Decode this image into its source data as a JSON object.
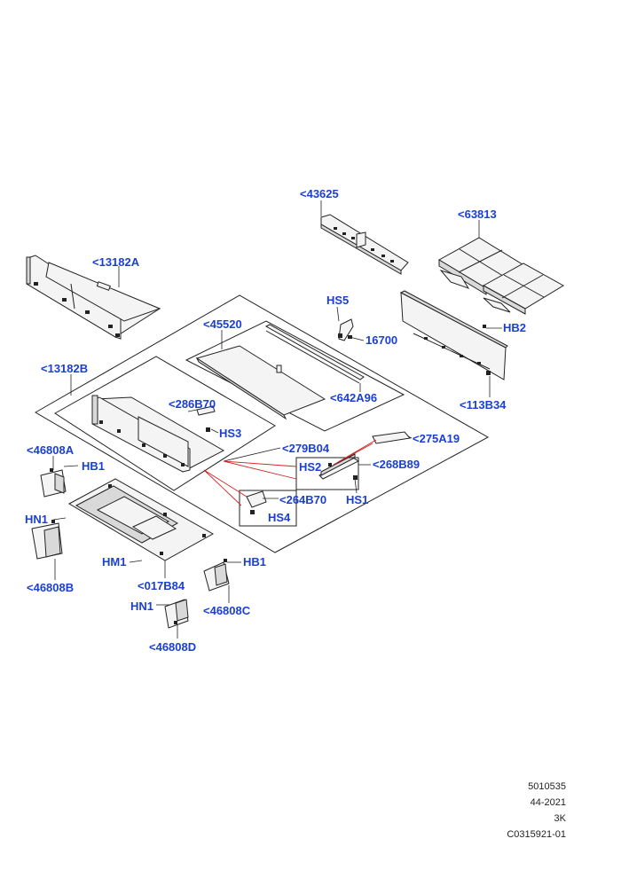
{
  "callouts": {
    "p43625": "<43625",
    "p63813": "<63813",
    "p13182A": "<13182A",
    "hs5": "HS5",
    "p45520": "<45520",
    "p16700": "16700",
    "hb2": "HB2",
    "p13182B": "<13182B",
    "p642A96": "<642A96",
    "p113B34": "<113B34",
    "p286B70": "<286B70",
    "hs3": "HS3",
    "p275A19": "<275A19",
    "p279B04": "<279B04",
    "p46808A": "<46808A",
    "hb1_a": "HB1",
    "hs2": "HS2",
    "p268B89": "<268B89",
    "p264B70": "<264B70",
    "hs1": "HS1",
    "hn1_a": "HN1",
    "hs4": "HS4",
    "hm1": "HM1",
    "hb1_b": "HB1",
    "p46808B": "<46808B",
    "p017B84": "<017B84",
    "hn1_b": "HN1",
    "p46808C": "<46808C",
    "p46808D": "<46808D"
  },
  "footer": {
    "line1": "5010535",
    "line2": "44-2021",
    "line3": "3K",
    "line4": "C0315921-01"
  },
  "colors": {
    "callout": "#1a3fd6",
    "leader_red": "#d32020",
    "line": "#222222"
  }
}
